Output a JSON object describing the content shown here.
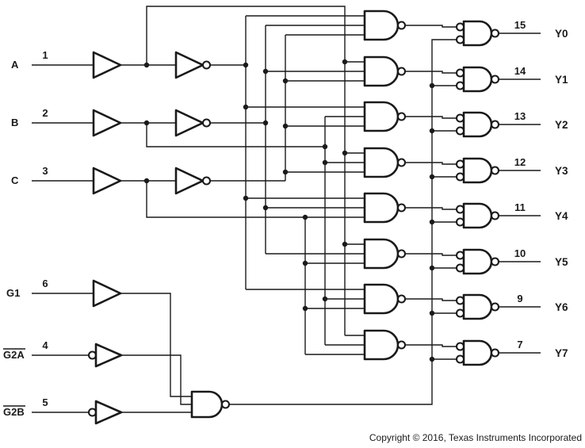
{
  "diagram_type": "logic-diagram-3-to-8-decoder",
  "inputs": [
    {
      "label": "A",
      "pin": "1"
    },
    {
      "label": "B",
      "pin": "2"
    },
    {
      "label": "C",
      "pin": "3"
    },
    {
      "label": "G1",
      "pin": "6"
    },
    {
      "label": "G2A",
      "pin": "4",
      "overline": true
    },
    {
      "label": "G2B",
      "pin": "5",
      "overline": true
    }
  ],
  "outputs": [
    {
      "label": "Y0",
      "pin": "15"
    },
    {
      "label": "Y1",
      "pin": "14"
    },
    {
      "label": "Y2",
      "pin": "13"
    },
    {
      "label": "Y3",
      "pin": "12"
    },
    {
      "label": "Y4",
      "pin": "11"
    },
    {
      "label": "Y5",
      "pin": "10"
    },
    {
      "label": "Y6",
      "pin": "9"
    },
    {
      "label": "Y7",
      "pin": "7"
    }
  ],
  "gates": {
    "input_buffers": [
      "buffer-a",
      "buffer-b",
      "buffer-c",
      "buffer-g1"
    ],
    "input_inverters": [
      "inverter-a",
      "inverter-b",
      "inverter-c",
      "inverting-buffer-g2a",
      "inverting-buffer-g2b"
    ],
    "decode_gates": "8 x 3-input NAND",
    "output_gates": "8 x 2-input gate with inverted inputs and output",
    "enable_gate": "3-input NAND"
  },
  "footer": {
    "copyright": "Copyright © 2016, Texas Instruments Incorporated"
  },
  "colors": {
    "line": "#1a1a1a",
    "background": "#ffffff"
  }
}
